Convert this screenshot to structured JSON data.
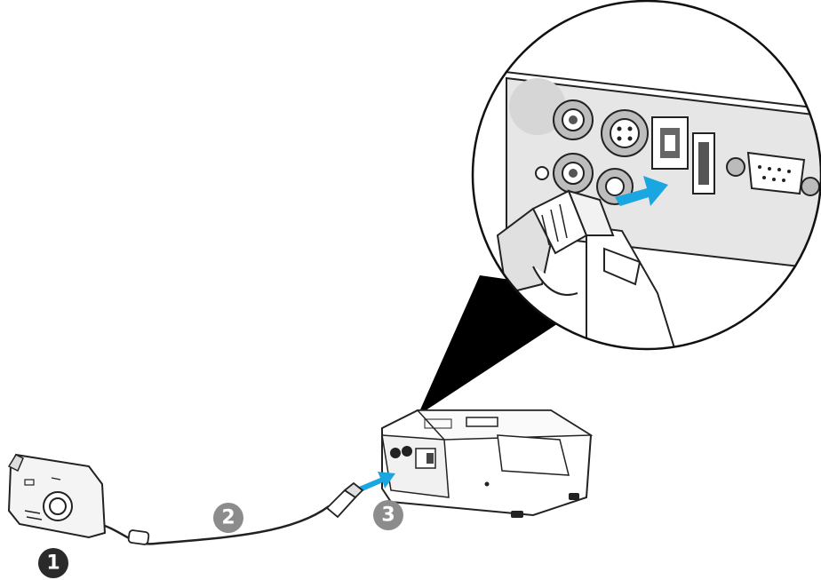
{
  "steps": [
    {
      "label": "1"
    },
    {
      "label": "2"
    },
    {
      "label": "3"
    }
  ],
  "colors": {
    "badge_dark": "#2a2a2a",
    "badge_gray": "#8c8c8c",
    "arrow": "#1aa6e0",
    "panel": "#e6e6e6",
    "outline": "#222222",
    "callout": "#000000"
  },
  "icons": [
    "camera-icon",
    "usb-cable-icon",
    "projector-icon",
    "usb-plug-icon",
    "insert-arrow-icon"
  ]
}
